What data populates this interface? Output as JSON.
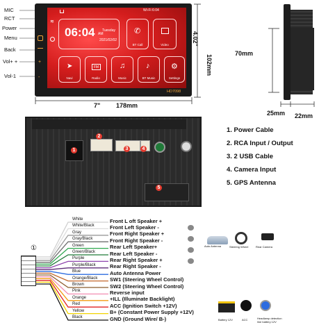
{
  "front": {
    "side_labels": [
      "MIC",
      "RCT",
      "Power",
      "Menu",
      "Back",
      "Vol+ +",
      "Vol-1"
    ],
    "screen": {
      "status": "Wi-Fi 6:04",
      "time": "06:04",
      "am_pm": "AM",
      "weekday": "Tuesday",
      "date": "2021/02/02",
      "tiles": [
        "BT Call",
        "Video",
        "Navi",
        "Radio",
        "Music",
        "BT Music",
        "Settings"
      ]
    },
    "model": "HD7098",
    "width_label": "7\"",
    "width_mm": "178mm",
    "height_label": "4.02\"",
    "height_mm": "102mm"
  },
  "side": {
    "depth_mm": "70mm",
    "thickness_a": "25mm",
    "thickness_b": "22mm"
  },
  "back": {
    "callouts": [
      "1",
      "2",
      "3",
      "4",
      "5"
    ]
  },
  "legend": [
    "1. Power Cable",
    "2. RCA Input / Output",
    "3. 2 USB Cable",
    "4. Camera Input",
    "5. GPS Antenna"
  ],
  "harness": {
    "connector_number": "①",
    "wires": [
      {
        "color": "White",
        "func": "Front L oft Speaker +",
        "hex": "#f4f4f4"
      },
      {
        "color": "White/Black",
        "func": "Front Left Speaker -",
        "hex": "#dddddd"
      },
      {
        "color": "Gray",
        "func": "Front Right Speaker +",
        "hex": "#9a9a9a"
      },
      {
        "color": "Gray/Black",
        "func": "Front Right Speaker -",
        "hex": "#6f6f6f"
      },
      {
        "color": "Green",
        "func": "Rear Left Speaker+",
        "hex": "#2fa84f"
      },
      {
        "color": "Green/Black",
        "func": "Rear Left Speaker -",
        "hex": "#1f7a38"
      },
      {
        "color": "Purple",
        "func": "Rear Right Speaker +",
        "hex": "#8e44ad"
      },
      {
        "color": "Purple/Black",
        "func": "Rear Right Speaker -",
        "hex": "#5e2c78"
      },
      {
        "color": "Blue",
        "func": "Auto Antenna Power",
        "hex": "#2d6cdf"
      },
      {
        "color": "Orange/Black",
        "func": "SW1 (Steering Wheel Control)",
        "hex": "#c2672a"
      },
      {
        "color": "Brown",
        "func": "SW2 (Steering Wheel Control)",
        "hex": "#8b5a2b"
      },
      {
        "color": "Pink",
        "func": "Reverse input",
        "hex": "#f28cb1"
      },
      {
        "color": "Orange",
        "func": "+ILL (Illuminate Backlight)",
        "hex": "#f39c12"
      },
      {
        "color": "Red",
        "func": "ACC (Ignition Switch +12V)",
        "hex": "#e02020"
      },
      {
        "color": "Yellow",
        "func": "B+ (Constant Power Supply +12V)",
        "hex": "#f1d400"
      },
      {
        "color": "Black",
        "func": "GND (Ground Wire/ B-)",
        "hex": "#111111"
      }
    ],
    "devices": [
      "Auto Antenna",
      "Steering Wheel",
      "Rear Camera",
      "Battery 12V",
      "ACC",
      "Headlamp detection line battery 12V"
    ]
  }
}
